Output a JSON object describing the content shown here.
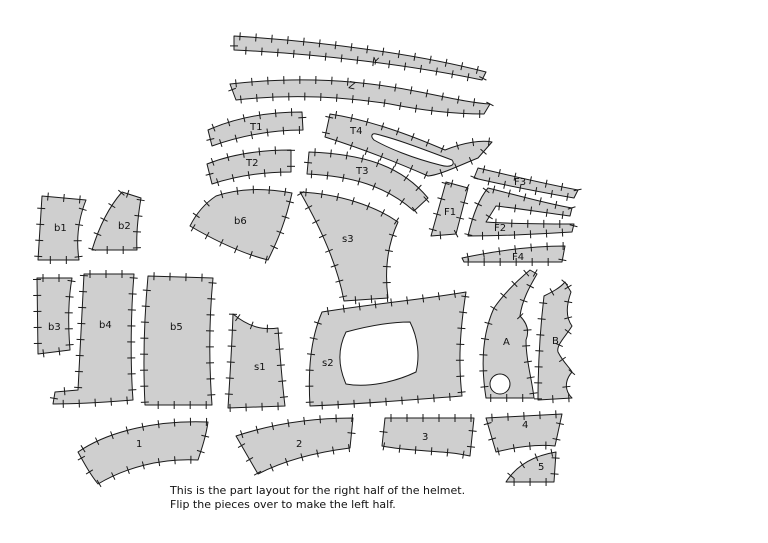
{
  "caption": {
    "line1": "This is the part layout for the right half of the helmet.",
    "line2": "Flip the pieces over to make the left half."
  },
  "piece_labels": {
    "Y": "Y",
    "Z": "Z",
    "T1": "T1",
    "T4": "T4",
    "T2": "T2",
    "T3": "T3",
    "F3": "F3",
    "F1": "F1",
    "F2": "F2",
    "F4": "F4",
    "b1": "b1",
    "b2": "b2",
    "b6": "b6",
    "s3": "s3",
    "b3": "b3",
    "b4": "b4",
    "b5": "b5",
    "s1": "s1",
    "s2": "s2",
    "A": "A",
    "B": "B",
    "p1": "1",
    "p2": "2",
    "p3": "3",
    "p4": "4",
    "p5": "5"
  },
  "colors": {
    "piece_fill": "#cfcfcf",
    "outline": "#1a1a1a",
    "background": "#ffffff"
  }
}
